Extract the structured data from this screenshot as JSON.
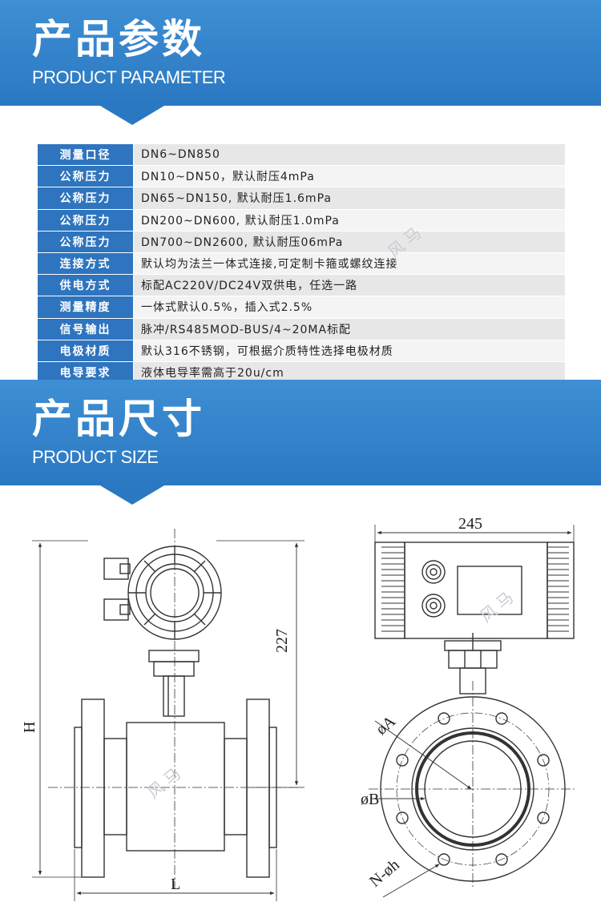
{
  "params_section": {
    "title_cn": "产品参数",
    "title_en": "PRODUCT PARAMETER"
  },
  "size_section": {
    "title_cn": "产品尺寸",
    "title_en": "PRODUCT SIZE"
  },
  "params": [
    {
      "key": "测量口径",
      "value": "DN6~DN850"
    },
    {
      "key": "公称压力",
      "value": "DN10~DN50，默认耐压4mPa"
    },
    {
      "key": "公称压力",
      "value": "DN65~DN150, 默认耐压1.6mPa"
    },
    {
      "key": "公称压力",
      "value": "DN200~DN600, 默认耐压1.0mPa"
    },
    {
      "key": "公称压力",
      "value": "DN700~DN2600, 默认耐压06mPa"
    },
    {
      "key": "连接方式",
      "value": "默认均为法兰一体式连接,可定制卡箍或螺纹连接"
    },
    {
      "key": "供电方式",
      "value": "标配AC220V/DC24V双供电，任选一路"
    },
    {
      "key": "测量精度",
      "value": "一体式默认0.5%，插入式2.5%"
    },
    {
      "key": "信号输出",
      "value": "脉冲/RS485MOD-BUS/4~20MA标配"
    },
    {
      "key": "电极材质",
      "value": "默认316不锈钢，可根据介质特性选择电极材质"
    },
    {
      "key": "电导要求",
      "value": "液体电导率需高于20u/cm"
    }
  ],
  "dimensions": {
    "width_label": "245",
    "height_label": "227",
    "overall_height_label": "H",
    "length_label": "L",
    "diameter_a_label": "øA",
    "diameter_b_label": "øB",
    "bolt_holes_label": "N-øh"
  },
  "watermark": {
    "text": "风马"
  },
  "colors": {
    "banner": "#2a78c2",
    "key_cell": "#2e74be",
    "value_cell": "#e7e7e7"
  }
}
